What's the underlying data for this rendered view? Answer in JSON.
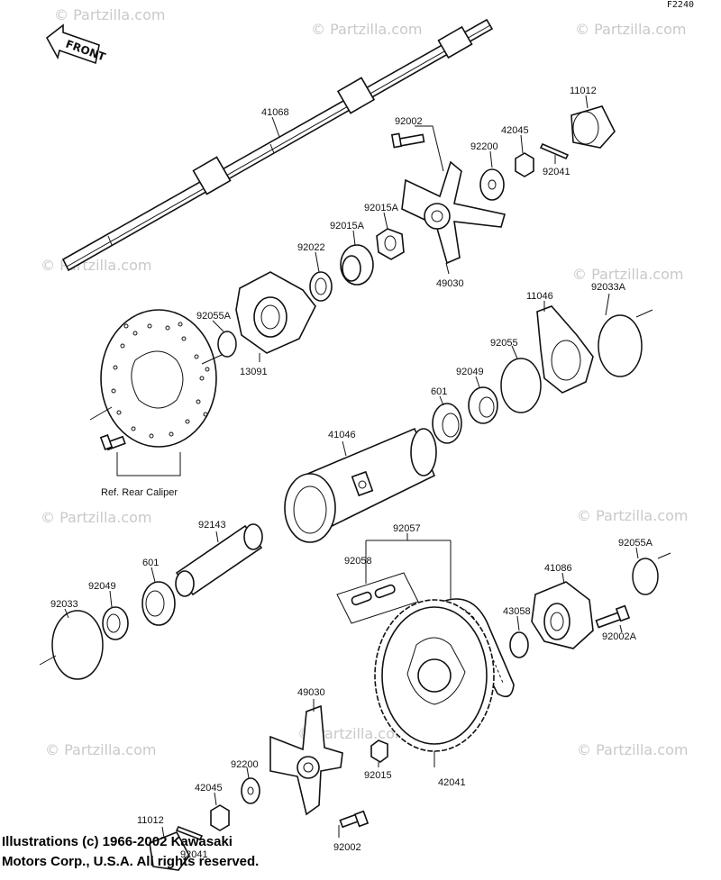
{
  "diagram_code": "F2240",
  "front_label": "FRONT",
  "watermark": "© Partzilla.com",
  "ref_note": "Ref. Rear Caliper",
  "copyright_line1": "Illustrations (c) 1966-2002 Kawasaki",
  "copyright_line2": "Motors Corp., U.S.A. All rights reserved.",
  "parts": {
    "p41068": "41068",
    "p92002_top": "92002",
    "p11012_top": "11012",
    "p42045_top": "42045",
    "p92200_top": "92200",
    "p92041_top": "92041",
    "p92015A_1": "92015A",
    "p92015A_2": "92015A",
    "p92022": "92022",
    "p49030_top": "49030",
    "p92055A_left": "92055A",
    "p13091": "13091",
    "p11046": "11046",
    "p92033A": "92033A",
    "p92055": "92055",
    "p92049_top": "92049",
    "p601_top": "601",
    "p41046": "41046",
    "p92143": "92143",
    "p92057": "92057",
    "p92058": "92058",
    "p92055A_right": "92055A",
    "p41086": "41086",
    "p43058": "43058",
    "p92002A": "92002A",
    "p601_left": "601",
    "p92049_left": "92049",
    "p92033": "92033",
    "p49030_bottom": "49030",
    "p92200_bottom": "92200",
    "p92015": "92015",
    "p42041": "42041",
    "p42045_bottom": "42045",
    "p11012_bottom": "11012",
    "p92041_bottom": "92041",
    "p92002_bottom": "92002"
  }
}
